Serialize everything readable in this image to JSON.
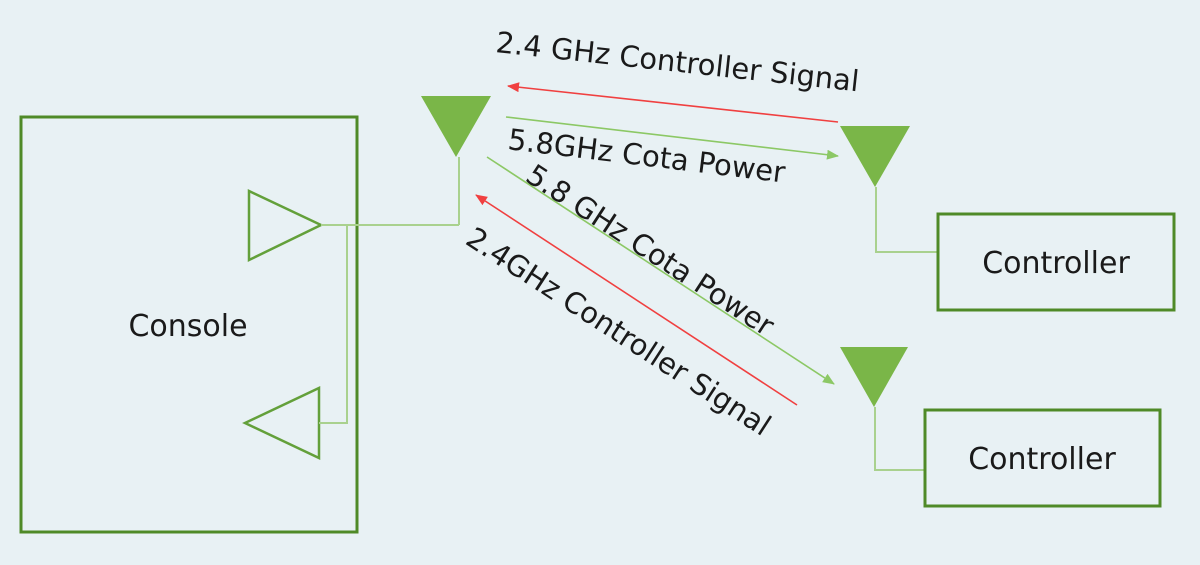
{
  "console": {
    "label": "Console"
  },
  "controllers": [
    {
      "label": "Controller"
    },
    {
      "label": "Controller"
    }
  ],
  "signals": {
    "top_controller_signal": "2.4 GHz Controller Signal",
    "top_cota_power": "5.8GHz Cota Power",
    "diag_cota_power": "5.8 GHz Cota Power",
    "diag_controller_signal": "2.4GHz Controller Signal"
  },
  "colors": {
    "background": "#e8f1f4",
    "box_stroke": "#4f8a27",
    "antenna_fill": "#7ab648",
    "wire": "#a9d18e",
    "power_arrow": "#8cc865",
    "controller_signal_arrow": "#f04040"
  }
}
